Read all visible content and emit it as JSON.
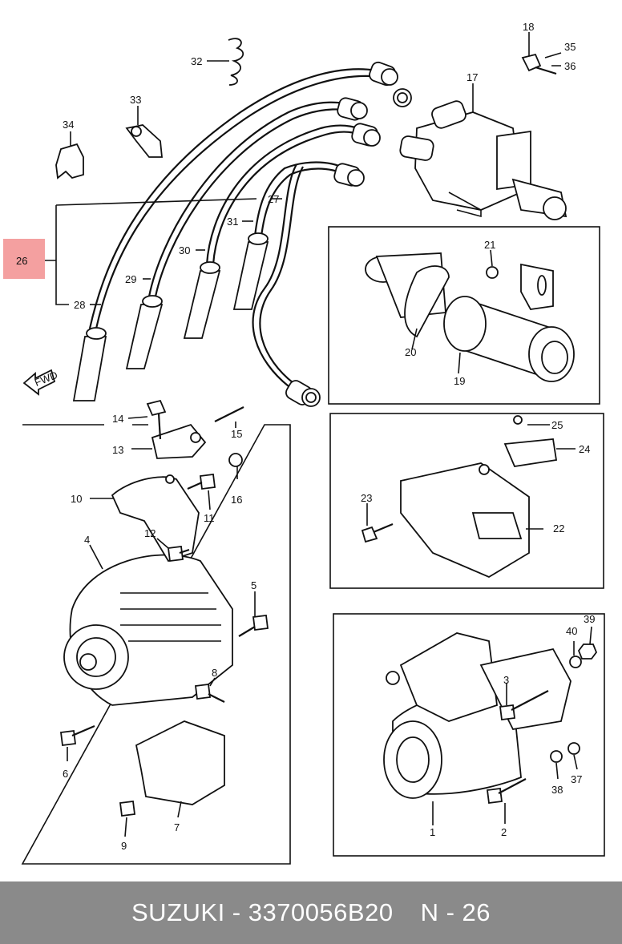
{
  "diagram": {
    "callouts": {
      "c1": "1",
      "c2": "2",
      "c3": "3",
      "c4": "4",
      "c5": "5",
      "c6": "6",
      "c7": "7",
      "c8": "8",
      "c9": "9",
      "c10": "10",
      "c11": "11",
      "c12": "12",
      "c13": "13",
      "c14": "14",
      "c15": "15",
      "c16": "16",
      "c17": "17",
      "c18": "18",
      "c19": "19",
      "c20": "20",
      "c21": "21",
      "c22": "22",
      "c23": "23",
      "c24": "24",
      "c25": "25",
      "c26": "26",
      "c27": "27",
      "c28": "28",
      "c29": "29",
      "c30": "30",
      "c31": "31",
      "c32": "32",
      "c33": "33",
      "c34": "34",
      "c35": "35",
      "c36": "36",
      "c37": "37",
      "c38": "38",
      "c39": "39",
      "c40": "40"
    },
    "fwd_label": "FWD",
    "highlight_color": "#f4a0a0"
  },
  "footer": {
    "part_text": "SUZUKI - 3370056B20",
    "page_ref": "N - 26",
    "background": "#8a8a8a"
  }
}
